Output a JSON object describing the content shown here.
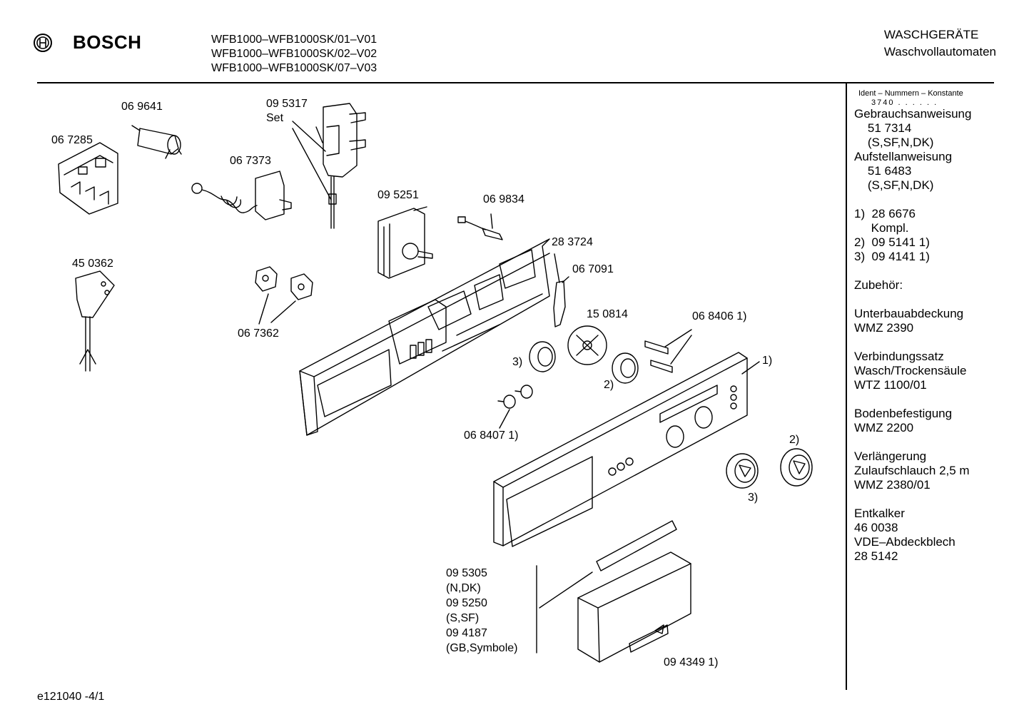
{
  "header": {
    "brand": "BOSCH",
    "brand_icon": "bosch-armature-icon",
    "models": [
      "WFB1000–WFB1000SK/01–V01",
      "WFB1000–WFB1000SK/02–V02",
      "WFB1000–WFB1000SK/07–V03"
    ],
    "category": "WASCHGERÄTE",
    "subcategory": "Waschvollautomaten"
  },
  "right_column": {
    "ident_heading": "Ident – Nummern – Konstante",
    "ident_value": "3740 . .   . . . .",
    "items": [
      "Gebrauchsanweisung",
      "    51 7314",
      "    (S,SF,N,DK)",
      "Aufstellanweisung",
      "    51 6483",
      "    (S,SF,N,DK)",
      "",
      "1)  28 6676",
      "     Kompl.",
      "2)  09 5141 1)",
      "3)  09 4141 1)",
      "",
      "Zubehör:",
      "",
      "Unterbauabdeckung",
      "WMZ 2390",
      "",
      "Verbindungssatz",
      "Wasch/Trockensäule",
      "WTZ 1100/01",
      "",
      "Bodenbefestigung",
      "WMZ 2200",
      "",
      "Verlängerung",
      "Zulaufschlauch 2,5 m",
      "WMZ 2380/01",
      "",
      "Entkalker",
      "46 0038",
      "VDE–Abdeckblech",
      "28 5142"
    ]
  },
  "part_labels": {
    "p069641": "06 9641",
    "p067285": "06 7285",
    "p095317": "09 5317",
    "p095317_note": "Set",
    "p067373": "06 7373",
    "p095251": "09 5251",
    "p069834": "06 9834",
    "p283724": "28 3724",
    "p067091": "06 7091",
    "p450362": "45 0362",
    "p067362": "06 7362",
    "p150814": "15 0814",
    "p068406": "06 8406 1)",
    "p068407": "06 8407 1)",
    "ref1": "1)",
    "ref2a": "2)",
    "ref2b": "2)",
    "ref3a": "3)",
    "ref3b": "3)",
    "p094349": "09 4349 1)",
    "panel_variants": [
      "09 5305",
      "(N,DK)",
      "09 5250",
      "(S,SF)",
      "09 4187",
      "(GB,Symbole)"
    ]
  },
  "footer": {
    "code": "e121040    -4/1"
  }
}
